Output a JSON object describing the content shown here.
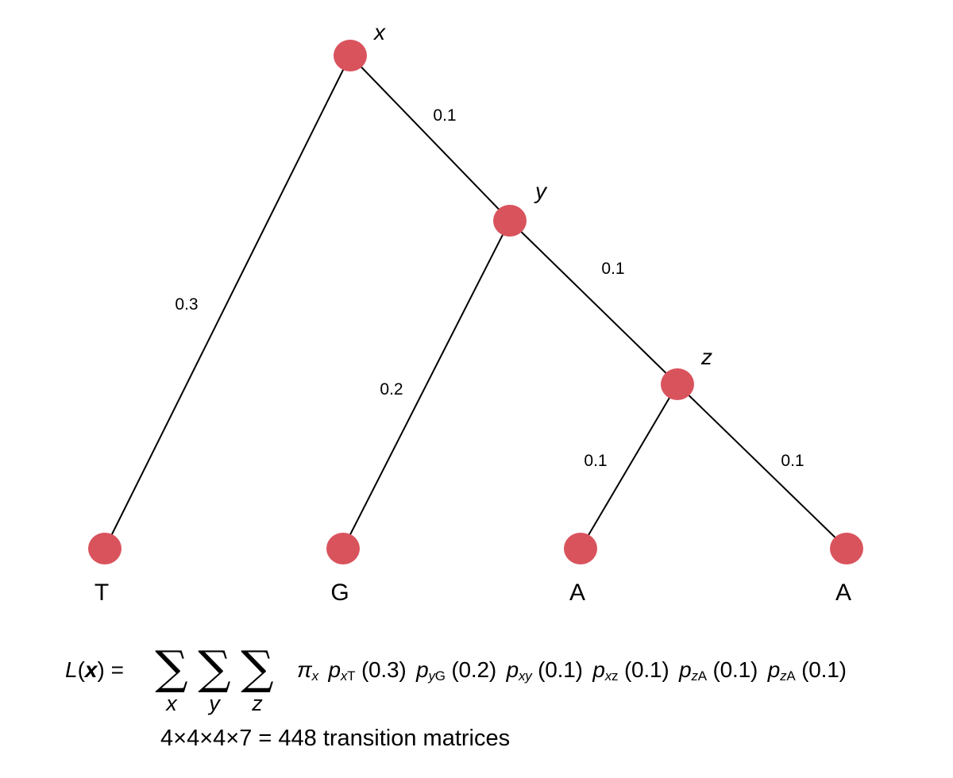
{
  "tree": {
    "internal_nodes": [
      {
        "id": "x",
        "label": "x"
      },
      {
        "id": "y",
        "label": "y"
      },
      {
        "id": "z",
        "label": "z"
      }
    ],
    "tips": [
      {
        "id": "t1",
        "label": "T"
      },
      {
        "id": "t2",
        "label": "G"
      },
      {
        "id": "t3",
        "label": "A"
      },
      {
        "id": "t4",
        "label": "A"
      }
    ],
    "edges": [
      {
        "from": "x",
        "to": "t1",
        "length": "0.3"
      },
      {
        "from": "x",
        "to": "y",
        "length": "0.1"
      },
      {
        "from": "y",
        "to": "t2",
        "length": "0.2"
      },
      {
        "from": "y",
        "to": "z",
        "length": "0.1"
      },
      {
        "from": "z",
        "to": "t3",
        "length": "0.1"
      },
      {
        "from": "z",
        "to": "t4",
        "length": "0.1"
      }
    ],
    "node_color": "#d9535d"
  },
  "formula": {
    "lhs_func": "L",
    "lhs_arg": "x",
    "equals": "=",
    "sum_vars": [
      "x",
      "y",
      "z"
    ],
    "sum_symbol": "∑",
    "prior": {
      "symbol": "π",
      "sub": "x"
    },
    "terms": [
      {
        "p": "p",
        "sub_i": "x",
        "sub_r": "T",
        "arg": "(0.3)"
      },
      {
        "p": "p",
        "sub_i": "y",
        "sub_r": "G",
        "arg": "(0.2)"
      },
      {
        "p": "p",
        "sub_i": "xy",
        "sub_r": "",
        "arg": "(0.1)"
      },
      {
        "p": "p",
        "sub_i": "x",
        "sub_r": "z",
        "arg": "(0.1)"
      },
      {
        "p": "p",
        "sub_i": "z",
        "sub_r": "A",
        "arg": "(0.1)"
      },
      {
        "p": "p",
        "sub_i": "z",
        "sub_r": "A",
        "arg": "(0.1)"
      }
    ]
  },
  "count_text": "4×4×4×7 = 448 transition matrices"
}
